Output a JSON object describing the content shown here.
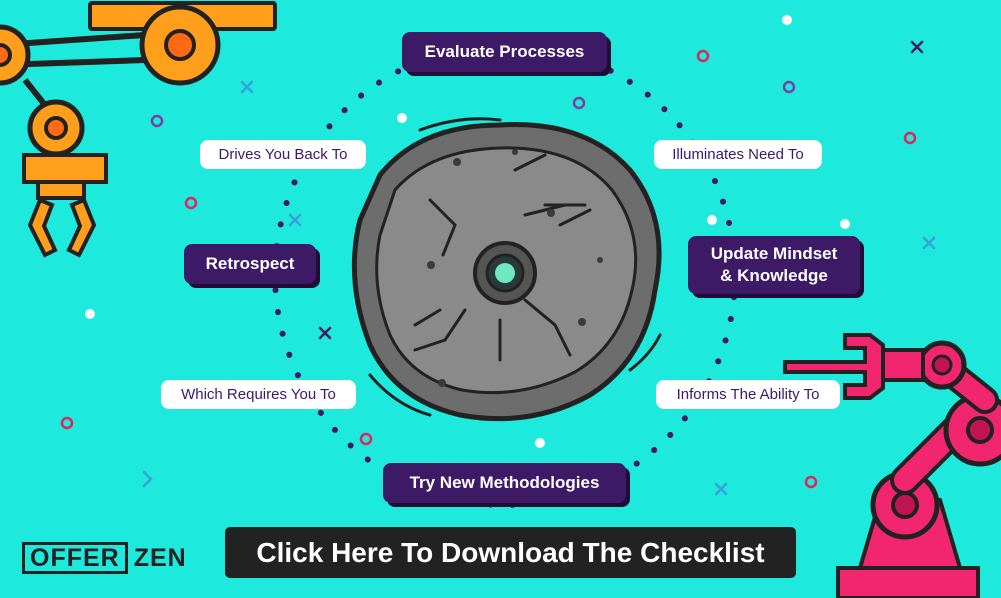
{
  "cycle": {
    "nodes": {
      "top": "Evaluate Processes",
      "right_line1": "Update Mindset",
      "right_line2": "& Knowledge",
      "bottom": "Try New Methodologies",
      "left": "Retrospect"
    },
    "connectors": {
      "top_right": "Illuminates Need To",
      "bottom_right": "Informs The Ability To",
      "bottom_left": "Which Requires You To",
      "top_left": "Drives You Back To"
    }
  },
  "cta": {
    "label": "Click Here To Download The Checklist"
  },
  "logo": {
    "part1": "OFFER",
    "part2": "ZEN"
  },
  "colors": {
    "background": "#1de9dc",
    "pill": "#3d1a66",
    "label_text": "#3d1a66",
    "stone": "#6d6d6d",
    "robot_orange": "#ff9f1c",
    "robot_pink": "#f2266f",
    "cta_bg": "#222222"
  },
  "icons": [
    "millstone-icon",
    "robot-arm-orange-icon",
    "robot-arm-pink-icon"
  ]
}
